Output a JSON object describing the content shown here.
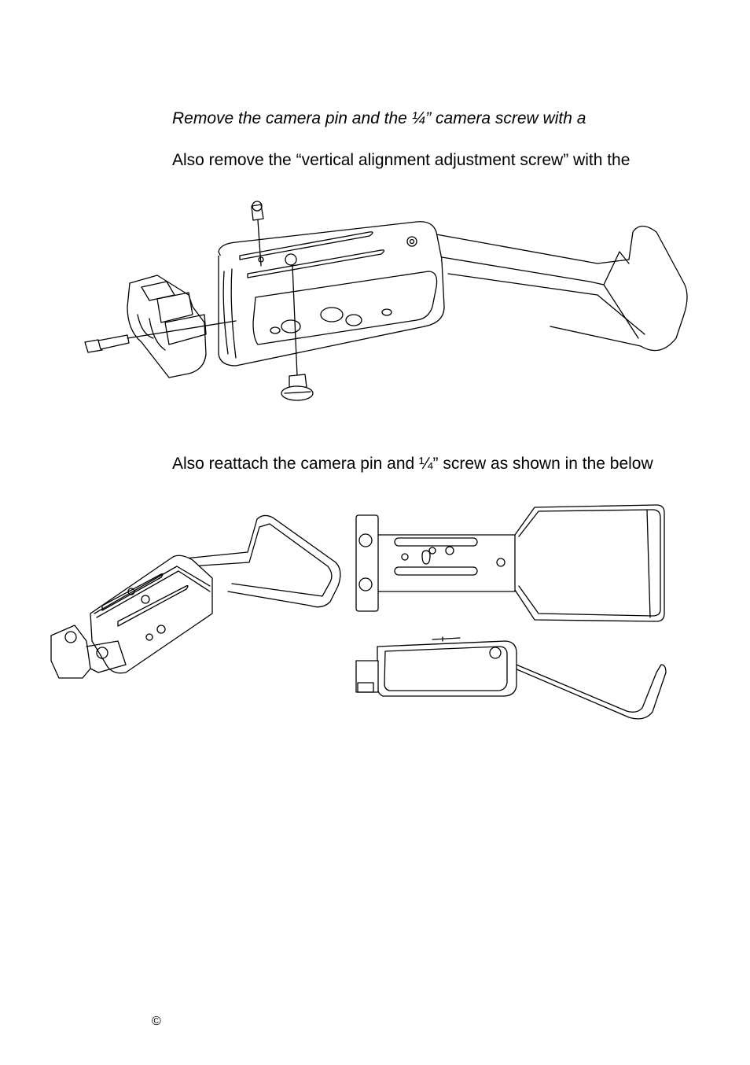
{
  "instructions": {
    "step1": "Remove the camera pin and the ¼” camera screw with a",
    "step2": "Also remove the “vertical alignment adjustment screw” with the",
    "step3": "Also reattach the camera pin and ¼” screw as shown in the below"
  },
  "footer": {
    "copyright": "©"
  }
}
